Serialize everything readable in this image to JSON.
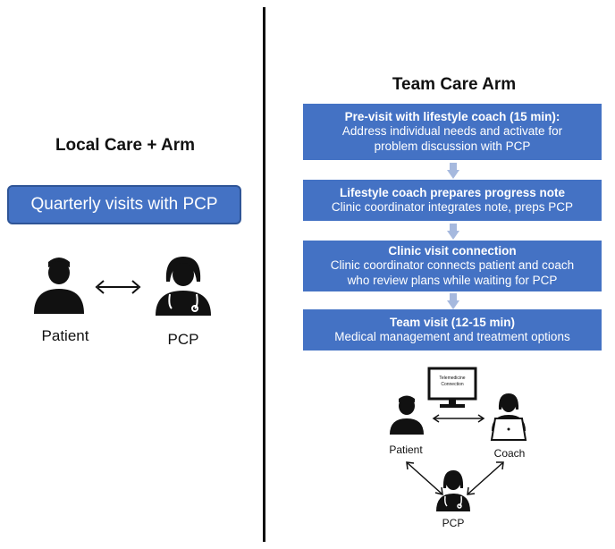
{
  "local_arm": {
    "title": "Local Care + Arm",
    "box": "Quarterly visits with PCP",
    "patient_label": "Patient",
    "pcp_label": "PCP"
  },
  "team_arm": {
    "title": "Team Care Arm",
    "steps": [
      {
        "heading": "Pre-visit with lifestyle coach (15 min):",
        "lines": [
          "Address individual needs and activate for",
          "problem discussion with PCP"
        ]
      },
      {
        "heading": "Lifestyle coach prepares progress note",
        "lines": [
          "Clinic coordinator integrates note, preps PCP"
        ]
      },
      {
        "heading": "Clinic visit connection",
        "lines": [
          "Clinic coordinator connects patient and coach",
          "who review plans while waiting for PCP"
        ]
      },
      {
        "heading": "Team visit (12-15 min)",
        "lines": [
          "Medical management and treatment options"
        ]
      }
    ],
    "monitor_text": [
      "Telemedicine",
      "Connection"
    ],
    "patient_label": "Patient",
    "coach_label": "Coach",
    "pcp_label": "PCP"
  },
  "colors": {
    "box_fill": "#4472c4",
    "arrow_fill": "#a6b9de",
    "icon": "#111111"
  }
}
